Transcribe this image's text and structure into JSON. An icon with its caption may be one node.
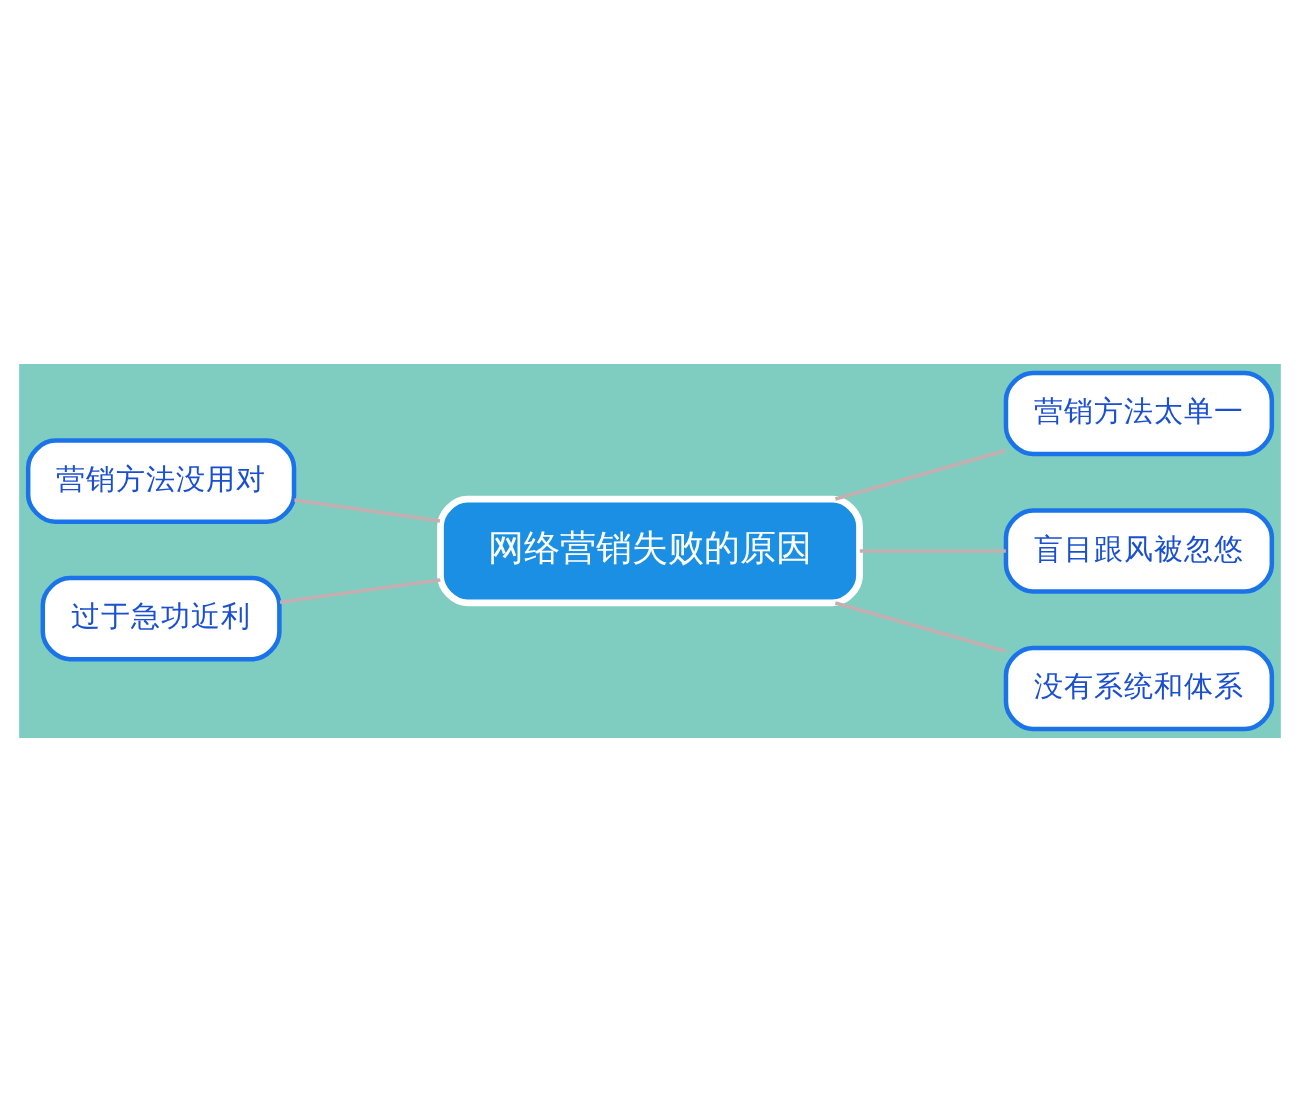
{
  "diagram": {
    "nodes": [
      {
        "text": [
          "网络营销失败的原因"
        ]
      },
      {
        "text": [
          "营销方法没用对"
        ]
      },
      {
        "text": [
          "过于急功近利"
        ]
      },
      {
        "text": [
          "营销方法太单一"
        ]
      },
      {
        "text": [
          "盲目跟风被忽悠"
        ]
      },
      {
        "text": [
          "没有系统和体系"
        ]
      }
    ],
    "edges": [
      {
        "from": 0,
        "to": 1,
        "arrow": "none"
      },
      {
        "from": 0,
        "to": 2,
        "arrow": "none"
      },
      {
        "from": 0,
        "to": 3,
        "arrow": "none"
      },
      {
        "from": 0,
        "to": 4,
        "arrow": "none"
      },
      {
        "from": 0,
        "to": 5,
        "arrow": "none"
      }
    ]
  }
}
